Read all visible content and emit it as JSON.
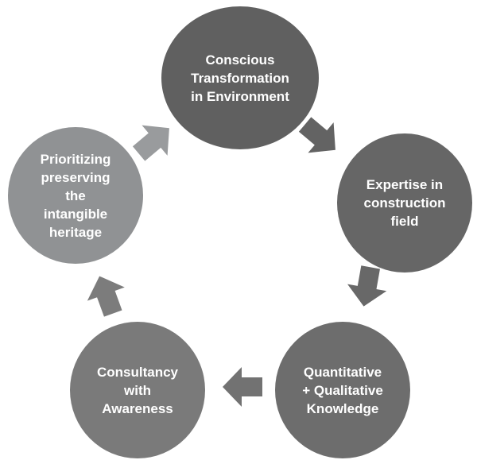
{
  "nodes": [
    {
      "label": "Conscious\nTransformation\nin Environment",
      "color": "#606060"
    },
    {
      "label": "Expertise in\nconstruction\nfield",
      "color": "#666666"
    },
    {
      "label": "Quantitative\n+ Qualitative\nKnowledge",
      "color": "#6d6d6d"
    },
    {
      "label": "Consultancy\nwith\nAwareness",
      "color": "#7a7a7a"
    },
    {
      "label": "Prioritizing\npreserving\nthe\nintangible\nheritage",
      "color": "#909294"
    }
  ],
  "arrow_colors": [
    "#636363",
    "#686868",
    "#727272",
    "#7c7c7c",
    "#999b9d"
  ]
}
